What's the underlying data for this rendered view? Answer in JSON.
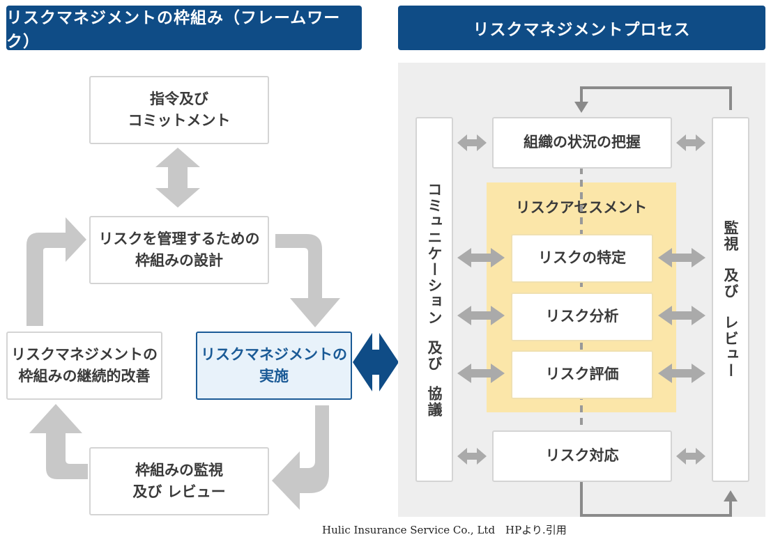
{
  "framework": {
    "header": "リスクマネジメントの枠組み（フレームワーク）",
    "leadership": [
      "指令及び",
      "コミットメント"
    ],
    "design": [
      "リスクを管理するための",
      "枠組みの設計"
    ],
    "improvement": [
      "リスクマネジメントの",
      "枠組みの継続的改善"
    ],
    "implementation": [
      "リスクマネジメントの",
      "実施"
    ],
    "monitoring": [
      "枠組みの監視",
      "及び レビュー"
    ]
  },
  "process": {
    "header": "リスクマネジメントプロセス",
    "communication": [
      "コミュニケーション",
      "及び",
      "協議"
    ],
    "context": "組織の状況の把握",
    "assessment_title": "リスクアセスメント",
    "identification": "リスクの特定",
    "analysis": "リスク分析",
    "evaluation": "リスク評価",
    "treatment": "リスク対応",
    "monitoring": [
      "監視",
      "及び",
      "レビュー"
    ]
  },
  "footer": "Hulic Insurance Service Co., Ltd　HPより.引用",
  "colors": {
    "header": "#0f4c86",
    "highlight": "#1a5a96",
    "assessment": "#fbe6a9",
    "arrow": "#c8c8c8",
    "connector": "#8a8a8a"
  }
}
